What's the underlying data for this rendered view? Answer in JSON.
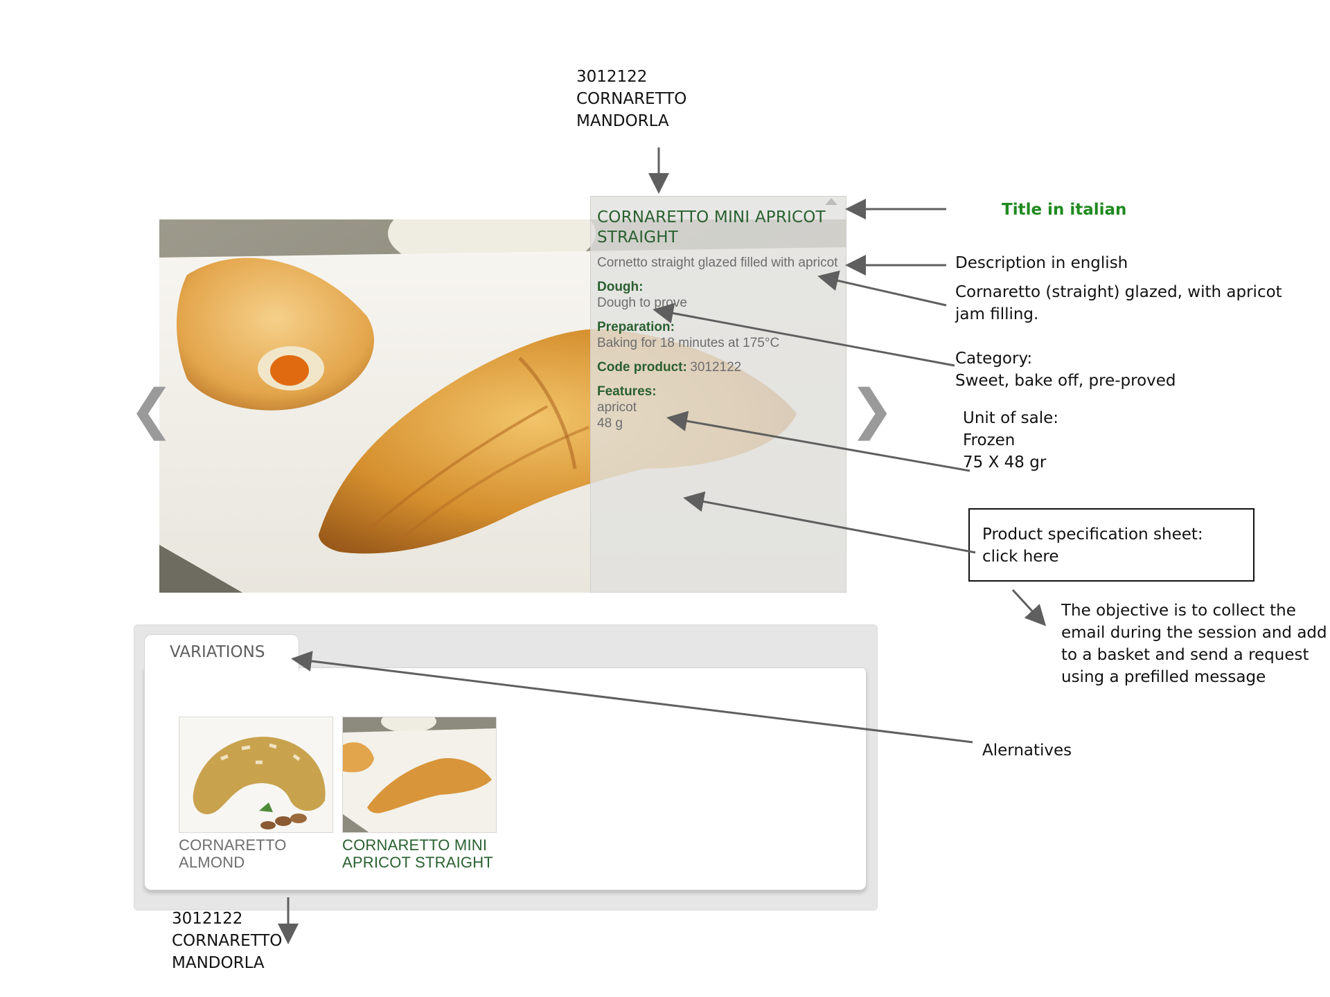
{
  "annotations": {
    "top_code": "3012122\nCORNARETTO\nMANDORLA",
    "title_in_italian": "Title in italian",
    "description_in_english": "Description in english",
    "description_note": "Cornaretto (straight) glazed, with apricot\njam filling.",
    "category_note": "Category:\nSweet, bake off, pre-proved",
    "unit_of_sale_note": "Unit of sale:\nFrozen\n75 X 48 gr",
    "spec_sheet_box": "Product specification sheet: click\nhere",
    "objective_note": "The objective is to collect the\nemail during the session and add\nto a basket and send a request\nusing a prefilled message",
    "alternatives_note": "Alernatives",
    "bottom_code": "3012122\nCORNARETTO\nMANDORLA"
  },
  "product": {
    "title": "CORNARETTO MINI APRICOT STRAIGHT",
    "description": "Cornetto straight glazed filled with apricot",
    "dough_label": "Dough:",
    "dough_value": "Dough to prove",
    "preparation_label": "Preparation:",
    "preparation_value": "Baking for 18 minutes at 175°C",
    "code_label": "Code product:",
    "code_value": "3012122",
    "features_label": "Features:",
    "features_line1": "apricot",
    "features_line2": "48 g"
  },
  "nav": {
    "prev_glyph": "❮",
    "next_glyph": "❯"
  },
  "variations": {
    "tab_label": "VARIATIONS",
    "items": [
      {
        "caption": "CORNARETTO ALMOND",
        "color": "#6e6e6e"
      },
      {
        "caption": "CORNARETTO MINI APRICOT STRAIGHT",
        "color": "#2a6030"
      }
    ]
  },
  "colors": {
    "title_green": "#2a6030",
    "annotation_green": "#1f8a1f",
    "arrow_gray": "#5f5f5f"
  }
}
